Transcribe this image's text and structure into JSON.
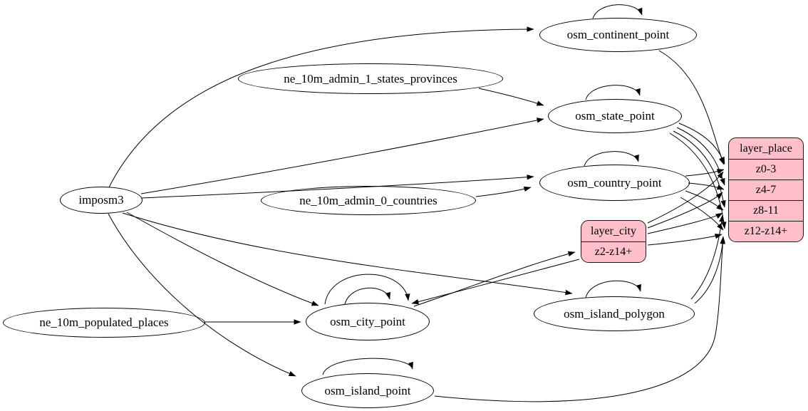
{
  "diagram": {
    "type": "graphviz-etl-digraph",
    "colors": {
      "record_fill": "#ffc0cb",
      "node_fill": "#ffffff",
      "stroke": "#000000",
      "background": "#ffffff"
    },
    "nodes": {
      "imposm3": {
        "label": "imposm3"
      },
      "ne_10m_admin_1_states_provinces": {
        "label": "ne_10m_admin_1_states_provinces"
      },
      "ne_10m_admin_0_countries": {
        "label": "ne_10m_admin_0_countries"
      },
      "ne_10m_populated_places": {
        "label": "ne_10m_populated_places"
      },
      "osm_continent_point": {
        "label": "osm_continent_point"
      },
      "osm_state_point": {
        "label": "osm_state_point"
      },
      "osm_country_point": {
        "label": "osm_country_point"
      },
      "osm_city_point": {
        "label": "osm_city_point"
      },
      "osm_island_polygon": {
        "label": "osm_island_polygon"
      },
      "osm_island_point": {
        "label": "osm_island_point"
      },
      "layer_city": {
        "title": "layer_city",
        "rows": [
          "z2-z14+"
        ]
      },
      "layer_place": {
        "title": "layer_place",
        "rows": [
          "z0-3",
          "z4-7",
          "z8-11",
          "z12-z14+"
        ]
      }
    },
    "edges": [
      {
        "from": "imposm3",
        "to": "osm_continent_point"
      },
      {
        "from": "imposm3",
        "to": "osm_state_point"
      },
      {
        "from": "imposm3",
        "to": "osm_country_point"
      },
      {
        "from": "imposm3",
        "to": "osm_city_point"
      },
      {
        "from": "imposm3",
        "to": "osm_island_polygon"
      },
      {
        "from": "imposm3",
        "to": "osm_island_point"
      },
      {
        "from": "ne_10m_admin_1_states_provinces",
        "to": "osm_state_point"
      },
      {
        "from": "ne_10m_admin_0_countries",
        "to": "osm_country_point"
      },
      {
        "from": "ne_10m_populated_places",
        "to": "osm_city_point"
      },
      {
        "from": "osm_city_point",
        "to": "layer_city:z2-z14+"
      },
      {
        "from": "layer_city",
        "to": "osm_city_point"
      },
      {
        "from": "osm_continent_point",
        "to": "layer_place:z0-3"
      },
      {
        "from": "osm_state_point",
        "to": "layer_place:z0-3"
      },
      {
        "from": "osm_state_point",
        "to": "layer_place:z4-7"
      },
      {
        "from": "osm_state_point",
        "to": "layer_place:z8-11"
      },
      {
        "from": "osm_state_point",
        "to": "layer_place:z12-z14+"
      },
      {
        "from": "osm_country_point",
        "to": "layer_place:z0-3"
      },
      {
        "from": "osm_country_point",
        "to": "layer_place:z4-7"
      },
      {
        "from": "osm_country_point",
        "to": "layer_place:z8-11"
      },
      {
        "from": "osm_country_point",
        "to": "layer_place:z12-z14+"
      },
      {
        "from": "layer_city",
        "to": "layer_place:z0-3"
      },
      {
        "from": "layer_city",
        "to": "layer_place:z4-7"
      },
      {
        "from": "layer_city",
        "to": "layer_place:z8-11"
      },
      {
        "from": "layer_city",
        "to": "layer_place:z12-z14+"
      },
      {
        "from": "osm_island_polygon",
        "to": "layer_place:z8-11"
      },
      {
        "from": "osm_island_polygon",
        "to": "layer_place:z12-z14+"
      },
      {
        "from": "osm_island_point",
        "to": "layer_place:z12-z14+"
      }
    ],
    "self_loops": [
      {
        "node": "osm_continent_point",
        "count": 1
      },
      {
        "node": "osm_state_point",
        "count": 1
      },
      {
        "node": "osm_country_point",
        "count": 1
      },
      {
        "node": "osm_city_point",
        "count": 2
      },
      {
        "node": "osm_island_polygon",
        "count": 1
      },
      {
        "node": "osm_island_point",
        "count": 1
      }
    ]
  }
}
